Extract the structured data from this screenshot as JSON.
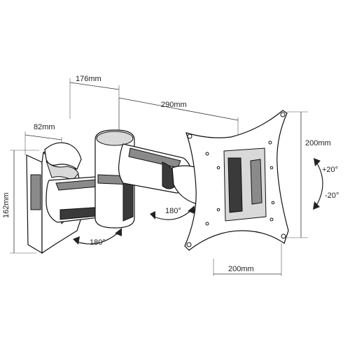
{
  "dimensions": {
    "arm_depth": "176mm",
    "extension": "290mm",
    "wall_width": "82mm",
    "wall_height": "162mm",
    "plate_height": "200mm",
    "plate_width": "200mm"
  },
  "rotations": {
    "tilt_up": "+20°",
    "tilt_down": "-20°",
    "swivel_plate": "180°",
    "swivel_wall": "180°"
  }
}
